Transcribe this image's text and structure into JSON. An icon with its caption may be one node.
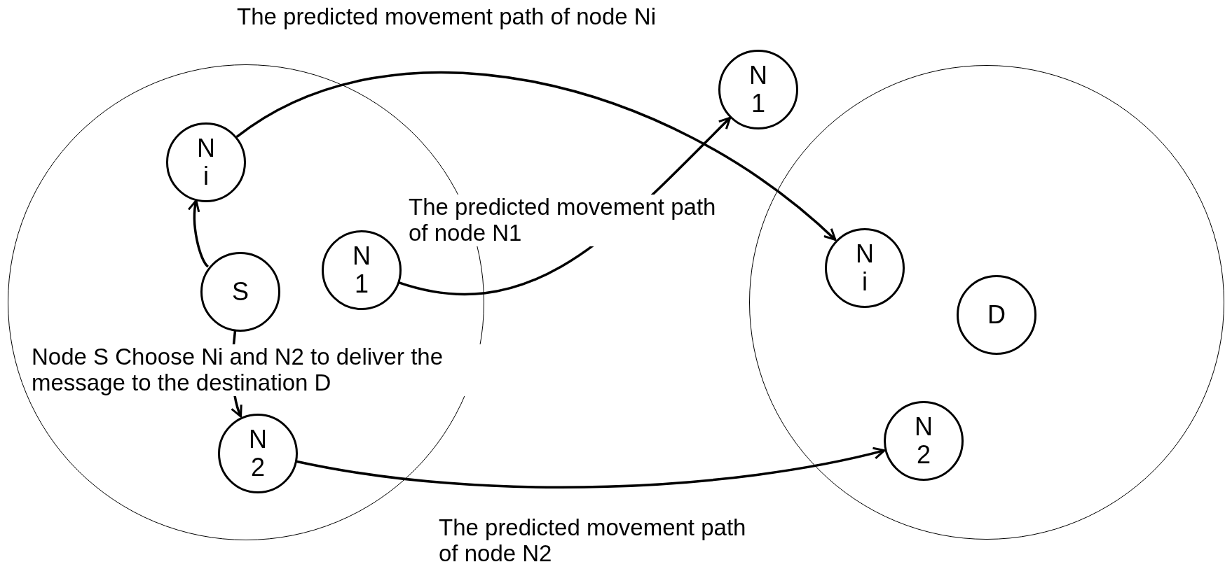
{
  "diagram": {
    "nodes": [
      {
        "text": [],
        "shape": "circle"
      },
      {
        "text": [
          "N i"
        ],
        "in": 0
      },
      {
        "text": [
          "S"
        ],
        "in": 0
      },
      {
        "text": [
          "N 1"
        ],
        "in": 0
      },
      {
        "text": [
          "N 2"
        ],
        "in": 0
      },
      {
        "text": [
          "N 1"
        ]
      },
      {
        "text": [],
        "shape": "circle"
      },
      {
        "text": [
          "N i"
        ],
        "in": 6
      },
      {
        "text": [
          "D"
        ],
        "in": 6
      },
      {
        "text": [
          "N 2"
        ],
        "in": 6
      }
    ],
    "edges": [
      {
        "from": 2,
        "to": 1,
        "arrow": "to"
      },
      {
        "from": 2,
        "to": 4,
        "arrow": "to"
      },
      {
        "from": 1,
        "to": 7,
        "arrow": "to",
        "label": "The predicted movement path of node Ni"
      },
      {
        "from": 3,
        "to": 5,
        "arrow": "to",
        "label": "The predicted movement path of node N1"
      },
      {
        "from": 4,
        "to": 9,
        "arrow": "to",
        "label": "The predicted movement path of node N2"
      }
    ],
    "labels": [
      "Node S Choose Ni and N2 to deliver the message to the destination D"
    ]
  }
}
